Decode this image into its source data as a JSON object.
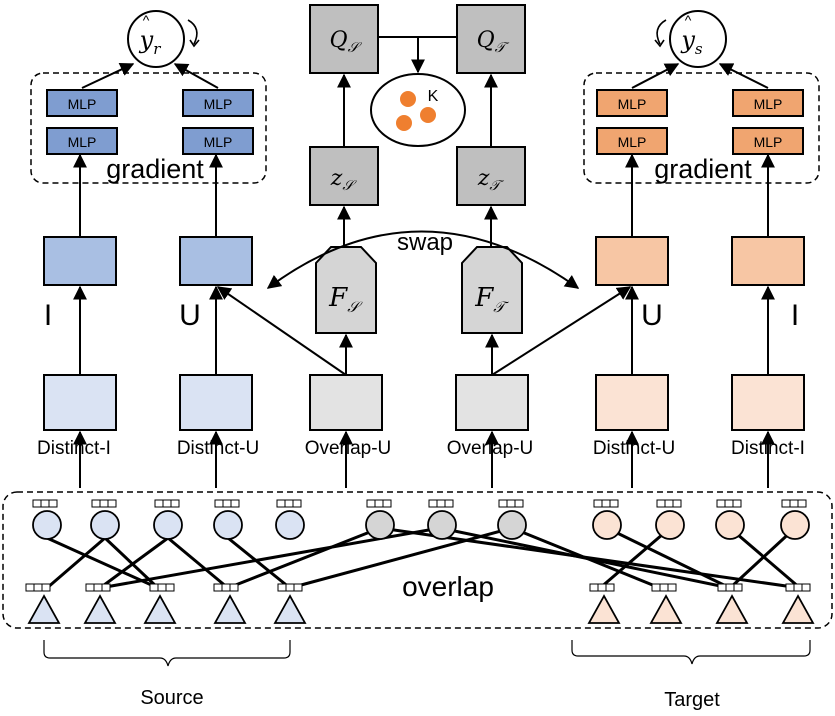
{
  "colors": {
    "source_dark": "#7f9dd0",
    "source_mid": "#a9bfe3",
    "source_light": "#dae3f3",
    "target_dark": "#f0a570",
    "target_mid": "#f7c6a4",
    "target_light": "#fbe3d4",
    "gray": "#d5d5d5",
    "gray_dark": "#bfbfbf",
    "cluster_dot": "#ef7f2f",
    "line": "#000000"
  },
  "predictions": {
    "source": {
      "base": "y",
      "sub": "r"
    },
    "target": {
      "base": "y",
      "sub": "s"
    }
  },
  "mlp_label": "MLP",
  "gradient_label": "gradient",
  "queue": {
    "source": {
      "base": "Q",
      "sub": "𝒮"
    },
    "target": {
      "base": "Q",
      "sub": "𝒯"
    }
  },
  "cluster_label": "K",
  "latent": {
    "source": {
      "base": "z",
      "sub": "𝒮"
    },
    "target": {
      "base": "z",
      "sub": "𝒯"
    }
  },
  "encoder": {
    "source": {
      "base": "F",
      "sub": "𝒮"
    },
    "target": {
      "base": "F",
      "sub": "𝒯"
    }
  },
  "swap_label": "swap",
  "rep_labels": {
    "I": "I",
    "U": "U"
  },
  "column_labels": [
    "Distinct-I",
    "Distinct-U",
    "Overlap-U",
    "Overlap-U",
    "Distinct-U",
    "Distinct-I"
  ],
  "overlap_label": "overlap",
  "domain_labels": {
    "source": "Source",
    "target": "Target"
  }
}
